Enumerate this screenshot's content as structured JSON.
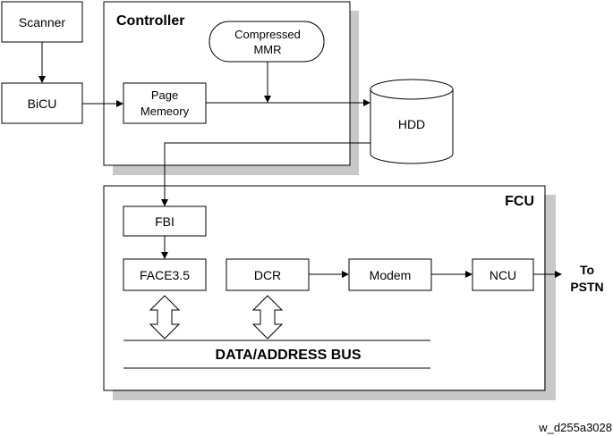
{
  "blocks": {
    "scanner": "Scanner",
    "bicu": "BiCU",
    "controller": "Controller",
    "page_memory_line1": "Page",
    "page_memory_line2": "Memeory",
    "compressed_line1": "Compressed",
    "compressed_line2": "MMR",
    "hdd": "HDD",
    "fcu": "FCU",
    "fbi": "FBI",
    "face": "FACE3.5",
    "dcr": "DCR",
    "modem": "Modem",
    "ncu": "NCU",
    "to_line1": "To",
    "to_line2": "PSTN",
    "bus": "DATA/ADDRESS BUS"
  },
  "figure_code": "w_d255a3028",
  "colors": {
    "shadow": "#c8c8c8",
    "stroke": "#000000",
    "fill": "#ffffff"
  }
}
